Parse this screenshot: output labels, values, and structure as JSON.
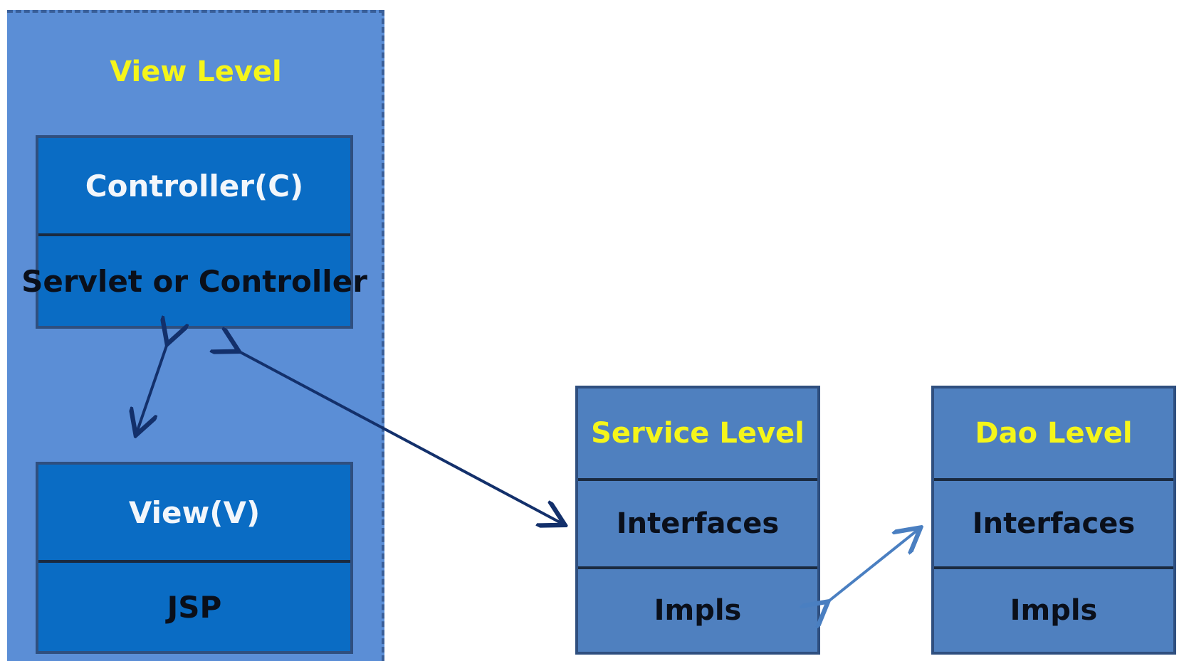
{
  "view_level": {
    "title": "View Level",
    "controller": {
      "head": "Controller(C)",
      "body": "Servlet or Controller"
    },
    "view": {
      "head": "View(V)",
      "body": "JSP"
    }
  },
  "service_level": {
    "title": "Service Level",
    "interfaces": "Interfaces",
    "impls": "Impls"
  },
  "dao_level": {
    "title": "Dao Level",
    "interfaces": "Interfaces",
    "impls": "Impls"
  },
  "colors": {
    "view_level_bg": "#5b8ed6",
    "inner_box_bg": "#0a6cc4",
    "outer_box_bg": "#4f80bf",
    "title_yellow": "#f5f51a",
    "arrow_dark": "#13306b",
    "arrow_light": "#4a7fc1"
  }
}
